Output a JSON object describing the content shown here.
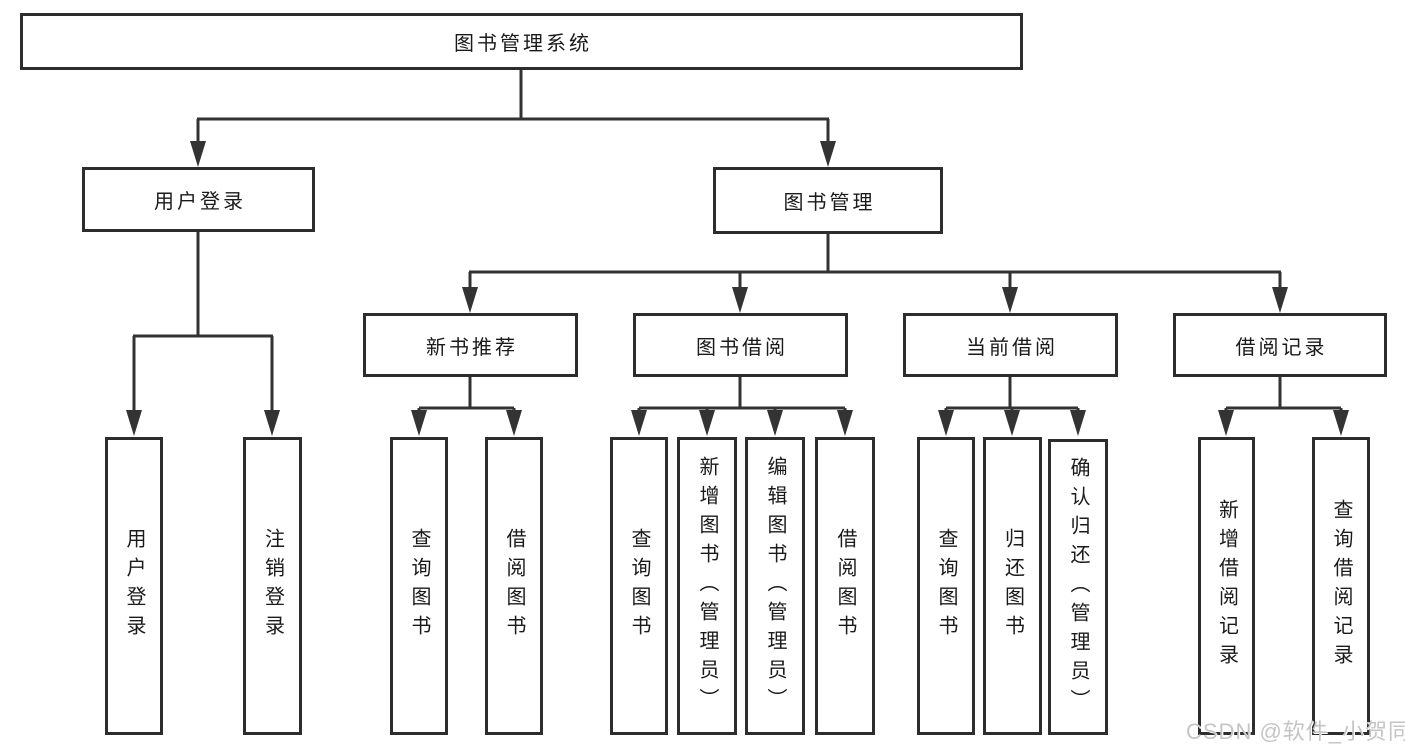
{
  "tree": {
    "label": "图书管理系统",
    "children": [
      {
        "label": "用户登录",
        "children": [
          {
            "label": "用户登录"
          },
          {
            "label": "注销登录"
          }
        ]
      },
      {
        "label": "图书管理",
        "children": [
          {
            "label": "新书推荐",
            "children": [
              {
                "label": "查询图书"
              },
              {
                "label": "借阅图书"
              }
            ]
          },
          {
            "label": "图书借阅",
            "children": [
              {
                "label": "查询图书"
              },
              {
                "label": "新增图书（管理员）"
              },
              {
                "label": "编辑图书（管理员）"
              },
              {
                "label": "借阅图书"
              }
            ]
          },
          {
            "label": "当前借阅",
            "children": [
              {
                "label": "查询图书"
              },
              {
                "label": "归还图书"
              },
              {
                "label": "确认归还（管理员）"
              }
            ]
          },
          {
            "label": "借阅记录",
            "children": [
              {
                "label": "新增借阅记录"
              },
              {
                "label": "查询借阅记录"
              }
            ]
          }
        ]
      }
    ]
  },
  "watermark": {
    "text": "CSDN @软件_小贺同学"
  },
  "colors": {
    "line": "#333333",
    "box_border": "#2d2d2d",
    "text": "#1a1a1a",
    "watermark": "#c5c5c5",
    "background": "#ffffff"
  }
}
